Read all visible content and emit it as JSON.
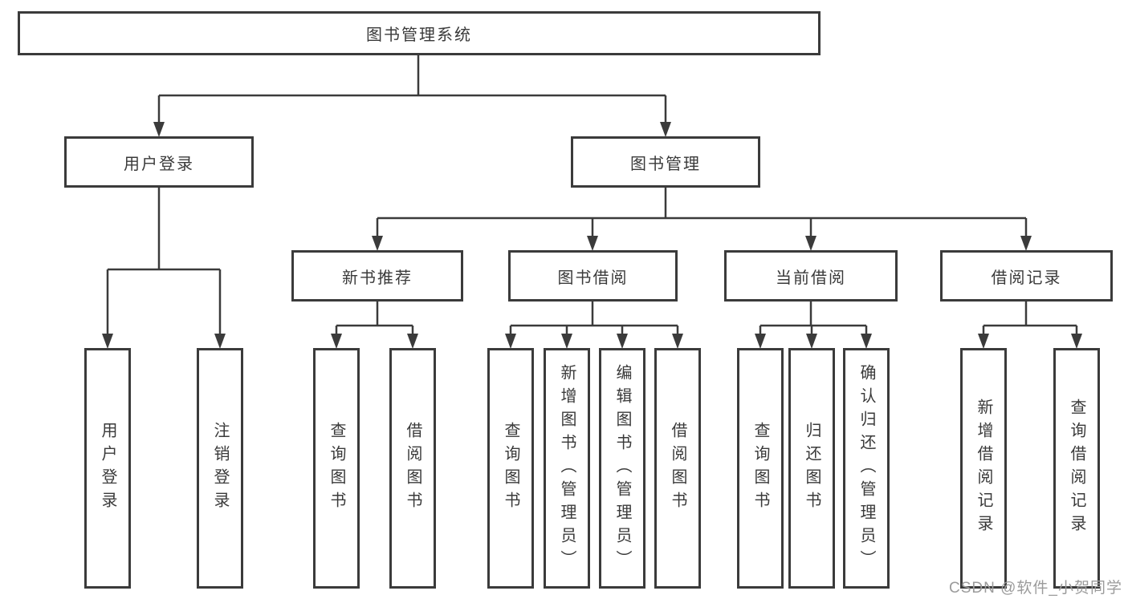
{
  "tree": {
    "root": {
      "label": "图书管理系统"
    },
    "branches": [
      {
        "label": "用户登录",
        "children": [
          {
            "label": "用户登录"
          },
          {
            "label": "注销登录"
          }
        ]
      },
      {
        "label": "图书管理",
        "sections": [
          {
            "label": "新书推荐",
            "children": [
              {
                "label": "查询图书"
              },
              {
                "label": "借阅图书"
              }
            ]
          },
          {
            "label": "图书借阅",
            "children": [
              {
                "label": "查询图书"
              },
              {
                "label": "新增图书（管理员）"
              },
              {
                "label": "编辑图书（管理员）"
              },
              {
                "label": "借阅图书"
              }
            ]
          },
          {
            "label": "当前借阅",
            "children": [
              {
                "label": "查询图书"
              },
              {
                "label": "归还图书"
              },
              {
                "label": "确认归还（管理员）"
              }
            ]
          },
          {
            "label": "借阅记录",
            "children": [
              {
                "label": "新增借阅记录"
              },
              {
                "label": "查询借阅记录"
              }
            ]
          }
        ]
      }
    ]
  },
  "watermark": {
    "text": "CSDN @软件_小贺同学"
  },
  "colors": {
    "line": "#3b3b3b",
    "text": "#3a3a3a",
    "background": "#ffffff",
    "watermark": "#9b9b9b"
  }
}
